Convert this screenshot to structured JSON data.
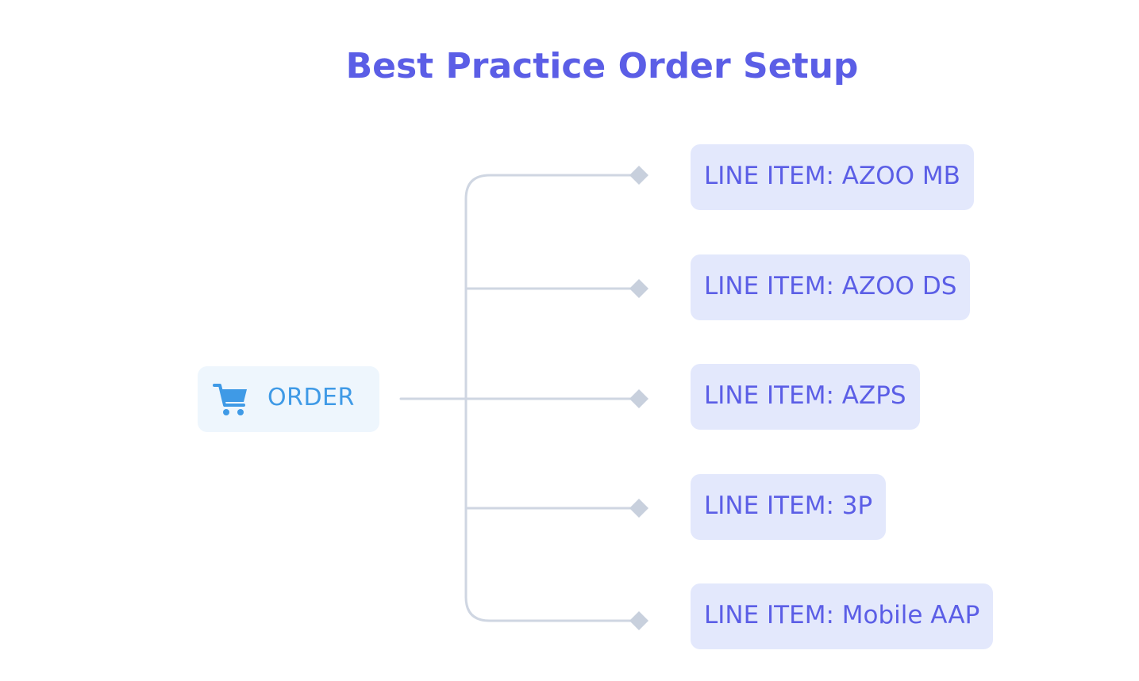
{
  "title": "Best Practice Order Setup",
  "colors": {
    "title": "#5b5ee6",
    "order_text": "#3f9ae6",
    "order_bg": "#eef6fd",
    "line_item_text": "#5b5ee6",
    "line_item_bg": "#e3e8fc",
    "connector": "#cfd6e2"
  },
  "order": {
    "icon": "shopping-cart-icon",
    "label": "ORDER"
  },
  "line_items": [
    {
      "label": "LINE ITEM: AZOO MB"
    },
    {
      "label": "LINE ITEM: AZOO DS"
    },
    {
      "label": "LINE ITEM: AZPS"
    },
    {
      "label": "LINE ITEM: 3P"
    },
    {
      "label": "LINE ITEM: Mobile AAP"
    }
  ]
}
